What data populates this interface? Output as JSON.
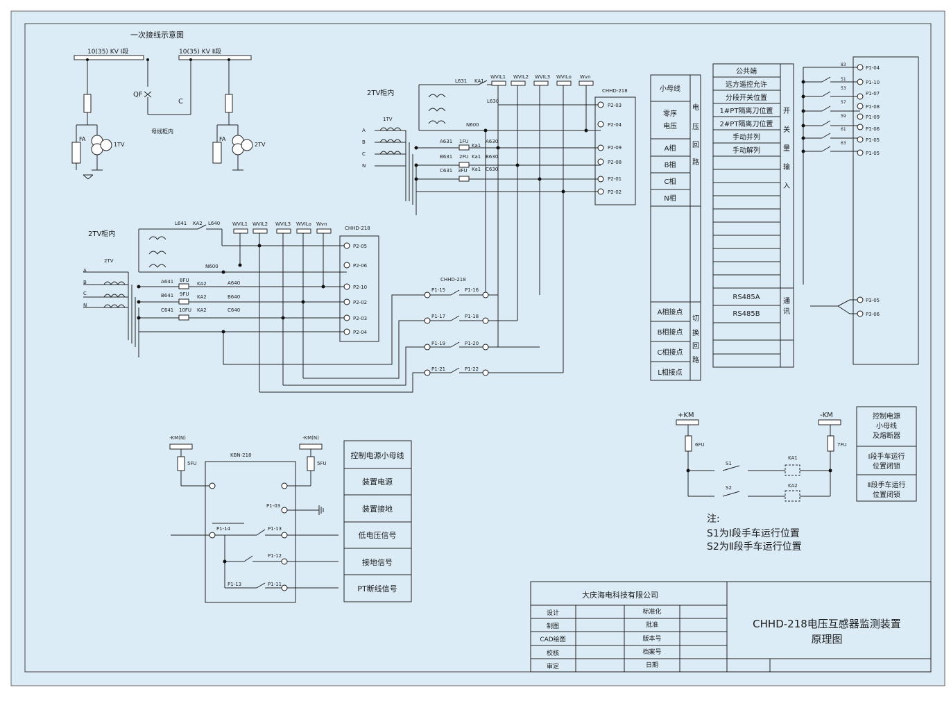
{
  "colors": {
    "background": "#dcecf7",
    "line": "#222222"
  },
  "primary": {
    "title": "一次接线示意图",
    "bus1": "10(35) KV Ⅰ段",
    "bus2": "10(35) KV Ⅱ段",
    "qf": "QF",
    "c": "C",
    "bus_cabinet": "母线柜内",
    "fa1": "FA",
    "tv1": "1TV",
    "fa2": "FA",
    "tv2": "2TV"
  },
  "circuit1": {
    "cabinet": "2TV柜内",
    "tv": "1TV",
    "phases": [
      "A",
      "B",
      "C",
      "N"
    ],
    "l": "L631",
    "ka": "KA1",
    "l2": "L630",
    "n": "N600",
    "fuses": [
      {
        "wire": "A631",
        "fu": "1FU",
        "ka": "Ka1",
        "out": "A630"
      },
      {
        "wire": "B631",
        "fu": "2FU",
        "ka": "Ka1",
        "out": "B630"
      },
      {
        "wire": "C631",
        "fu": "3FU",
        "ka": "Ka1",
        "out": "C630"
      }
    ],
    "buses": [
      "WVIL1",
      "WVIL2",
      "WVIL3",
      "WVILo",
      "Wvn"
    ],
    "device": "CHHD-218",
    "terminals": [
      "P2-03",
      "P2-04",
      "P2-09",
      "P2-08",
      "P2-01",
      "P2-02"
    ]
  },
  "circuit2": {
    "cabinet": "2TV柜内",
    "tv": "2TV",
    "phases": [
      "A",
      "B",
      "C",
      "N"
    ],
    "l": "L641",
    "ka": "KA2",
    "l2": "L640",
    "n": "N600",
    "fuses": [
      {
        "wire": "A641",
        "fu": "8FU",
        "ka": "KA2",
        "out": "A640"
      },
      {
        "wire": "B641",
        "fu": "9FU",
        "ka": "KA2",
        "out": "B640"
      },
      {
        "wire": "C641",
        "fu": "10FU",
        "ka": "KA2",
        "out": "C640"
      }
    ],
    "buses": [
      "WVIL1",
      "WVIL2",
      "WVIL3",
      "WVILo",
      "Wvn"
    ],
    "device": "CHHD-218",
    "terminals": [
      "P2-05",
      "P2-06",
      "P2-10",
      "P2-02",
      "P2-03",
      "P2-04"
    ]
  },
  "switch_block": {
    "device": "CHHD-218",
    "pairs": [
      [
        "P1-15",
        "P1-16"
      ],
      [
        "P1-17",
        "P1-18"
      ],
      [
        "P1-19",
        "P1-20"
      ],
      [
        "P1-21",
        "P1-22"
      ]
    ]
  },
  "left_table": {
    "rows": [
      "小母线",
      "零序\n电压",
      "A相",
      "B相",
      "C相",
      "N相",
      "",
      "A相接点",
      "B相接点",
      "C相接点",
      "L相接点"
    ],
    "group1": [
      "电",
      "压",
      "回",
      "路"
    ],
    "group2": [
      "切",
      "换",
      "回",
      "路"
    ]
  },
  "right_table": {
    "rows": [
      "公共端",
      "远方遥控允许",
      "分段开关位置",
      "1#PT隔离刀位置",
      "2#PT隔离刀位置",
      "手动并列",
      "手动解列",
      "",
      "",
      "",
      "",
      "",
      "",
      "",
      "",
      "RS485A",
      "RS485B",
      "",
      "",
      "",
      ""
    ],
    "group1": [
      "开",
      "关",
      "量",
      "输",
      "入"
    ],
    "group2": [
      "通",
      "讯"
    ]
  },
  "inputs": {
    "numbers": [
      "83",
      "51",
      "53",
      "57",
      "59",
      "61",
      "63"
    ],
    "terminals": [
      "P1-04",
      "P1-10",
      "P1-07",
      "P1-08",
      "P1-09",
      "P1-06",
      "P1-05",
      "P1-05"
    ],
    "comm": [
      "P3-05",
      "P3-06"
    ]
  },
  "power": {
    "km_left": "-KM(N)",
    "km_right": "-KM(N)",
    "fuse_left": "5FU",
    "fuse_right": "5FU",
    "device": "KBN-218",
    "terms": [
      "P1-03",
      "P1-14",
      "P1-13",
      "P1-12",
      "P1-13",
      "P1-11"
    ],
    "labels": [
      "控制电源小母线",
      "装置电源",
      "装置接地",
      "低电压信号",
      "接地信号",
      "PT断线信号"
    ]
  },
  "control": {
    "km_plus": "+KM",
    "km_minus": "-KM",
    "fu_left": "6FU",
    "fu_right": "7FU",
    "s1": "S1",
    "s2": "S2",
    "ka1": "KA1",
    "ka2": "KA2",
    "legend": [
      "控制电源\n小母线\n及熔断器",
      "Ⅰ段手车运行\n位置闭锁",
      "Ⅱ段手车运行\n位置闭锁"
    ]
  },
  "notes": {
    "title": "注:",
    "lines": [
      "S1为Ⅰ段手车运行位置",
      "S2为Ⅱ段手车运行位置"
    ]
  },
  "title_block": {
    "company": "大庆海电科技有限公司",
    "left": [
      "设计",
      "制图",
      "CAD绘图",
      "校核",
      "审定"
    ],
    "middle": [
      "标准化",
      "批准",
      "版本号",
      "档案号",
      "日期"
    ],
    "title_line1": "CHHD-218电压互感器监测装置",
    "title_line2": "原理图"
  }
}
